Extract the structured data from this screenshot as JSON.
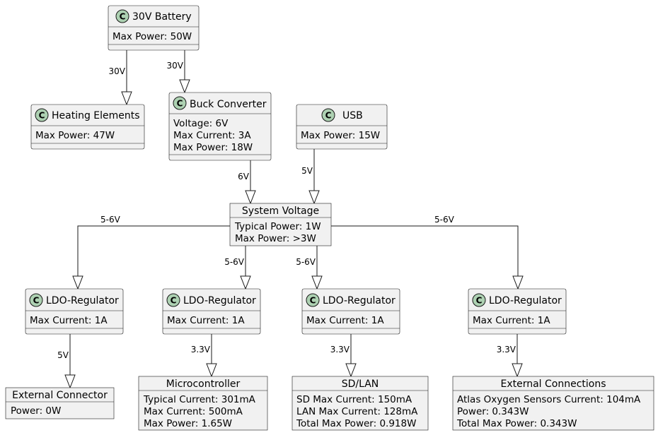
{
  "nodes": {
    "battery": {
      "title": "30V Battery",
      "attrs": [
        "Max Power: 50W"
      ],
      "is_class": true
    },
    "heating": {
      "title": "Heating Elements",
      "attrs": [
        "Max Power: 47W"
      ],
      "is_class": true
    },
    "buck": {
      "title": "Buck Converter",
      "attrs": [
        "Voltage: 6V",
        "Max Current: 3A",
        "Max Power: 18W"
      ],
      "is_class": true
    },
    "usb": {
      "title": "USB",
      "attrs": [
        "Max Power: 15W"
      ],
      "is_class": true
    },
    "system": {
      "title": "System Voltage",
      "attrs": [
        "Typical Power: 1W",
        "Max Power: >3W"
      ],
      "is_class": false
    },
    "ldo1": {
      "title": "LDO-Regulator",
      "attrs": [
        "Max Current: 1A"
      ],
      "is_class": true
    },
    "ldo2": {
      "title": "LDO-Regulator",
      "attrs": [
        "Max Current: 1A"
      ],
      "is_class": true
    },
    "ldo3": {
      "title": "LDO-Regulator",
      "attrs": [
        "Max Current: 1A"
      ],
      "is_class": true
    },
    "ldo4": {
      "title": "LDO-Regulator",
      "attrs": [
        "Max Current: 1A"
      ],
      "is_class": true
    },
    "extconn": {
      "title": "External Connector",
      "attrs": [
        "Power: 0W"
      ],
      "is_class": false
    },
    "mcu": {
      "title": "Microcontroller",
      "attrs": [
        "Typical Current: 301mA",
        "Max Current: 500mA",
        "Max Power: 1.65W"
      ],
      "is_class": false
    },
    "sdlan": {
      "title": "SD/LAN",
      "attrs": [
        "SD Max Current: 150mA",
        "LAN Max Current: 128mA",
        "Total Max Power: 0.918W"
      ],
      "is_class": false
    },
    "extconns": {
      "title": "External Connections",
      "attrs": [
        "Atlas Oxygen Sensors Current: 104mA",
        "Power: 0.343W",
        "Total Max Power: 0.343W"
      ],
      "is_class": false
    }
  },
  "class_marker": "C",
  "edges": {
    "battery_heating": "30V",
    "battery_buck": "30V",
    "buck_system": "6V",
    "usb_system": "5V",
    "system_ldo1": "5-6V",
    "system_ldo2": "5-6V",
    "system_ldo3": "5-6V",
    "system_ldo4": "5-6V",
    "ldo1_extconn": "5V",
    "ldo2_mcu": "3.3V",
    "ldo3_sdlan": "3.3V",
    "ldo4_extconns": "3.3V"
  },
  "colors": {
    "box_fill": "#f1f1f1",
    "border": "#181818",
    "class_circle": "#add1b2"
  }
}
